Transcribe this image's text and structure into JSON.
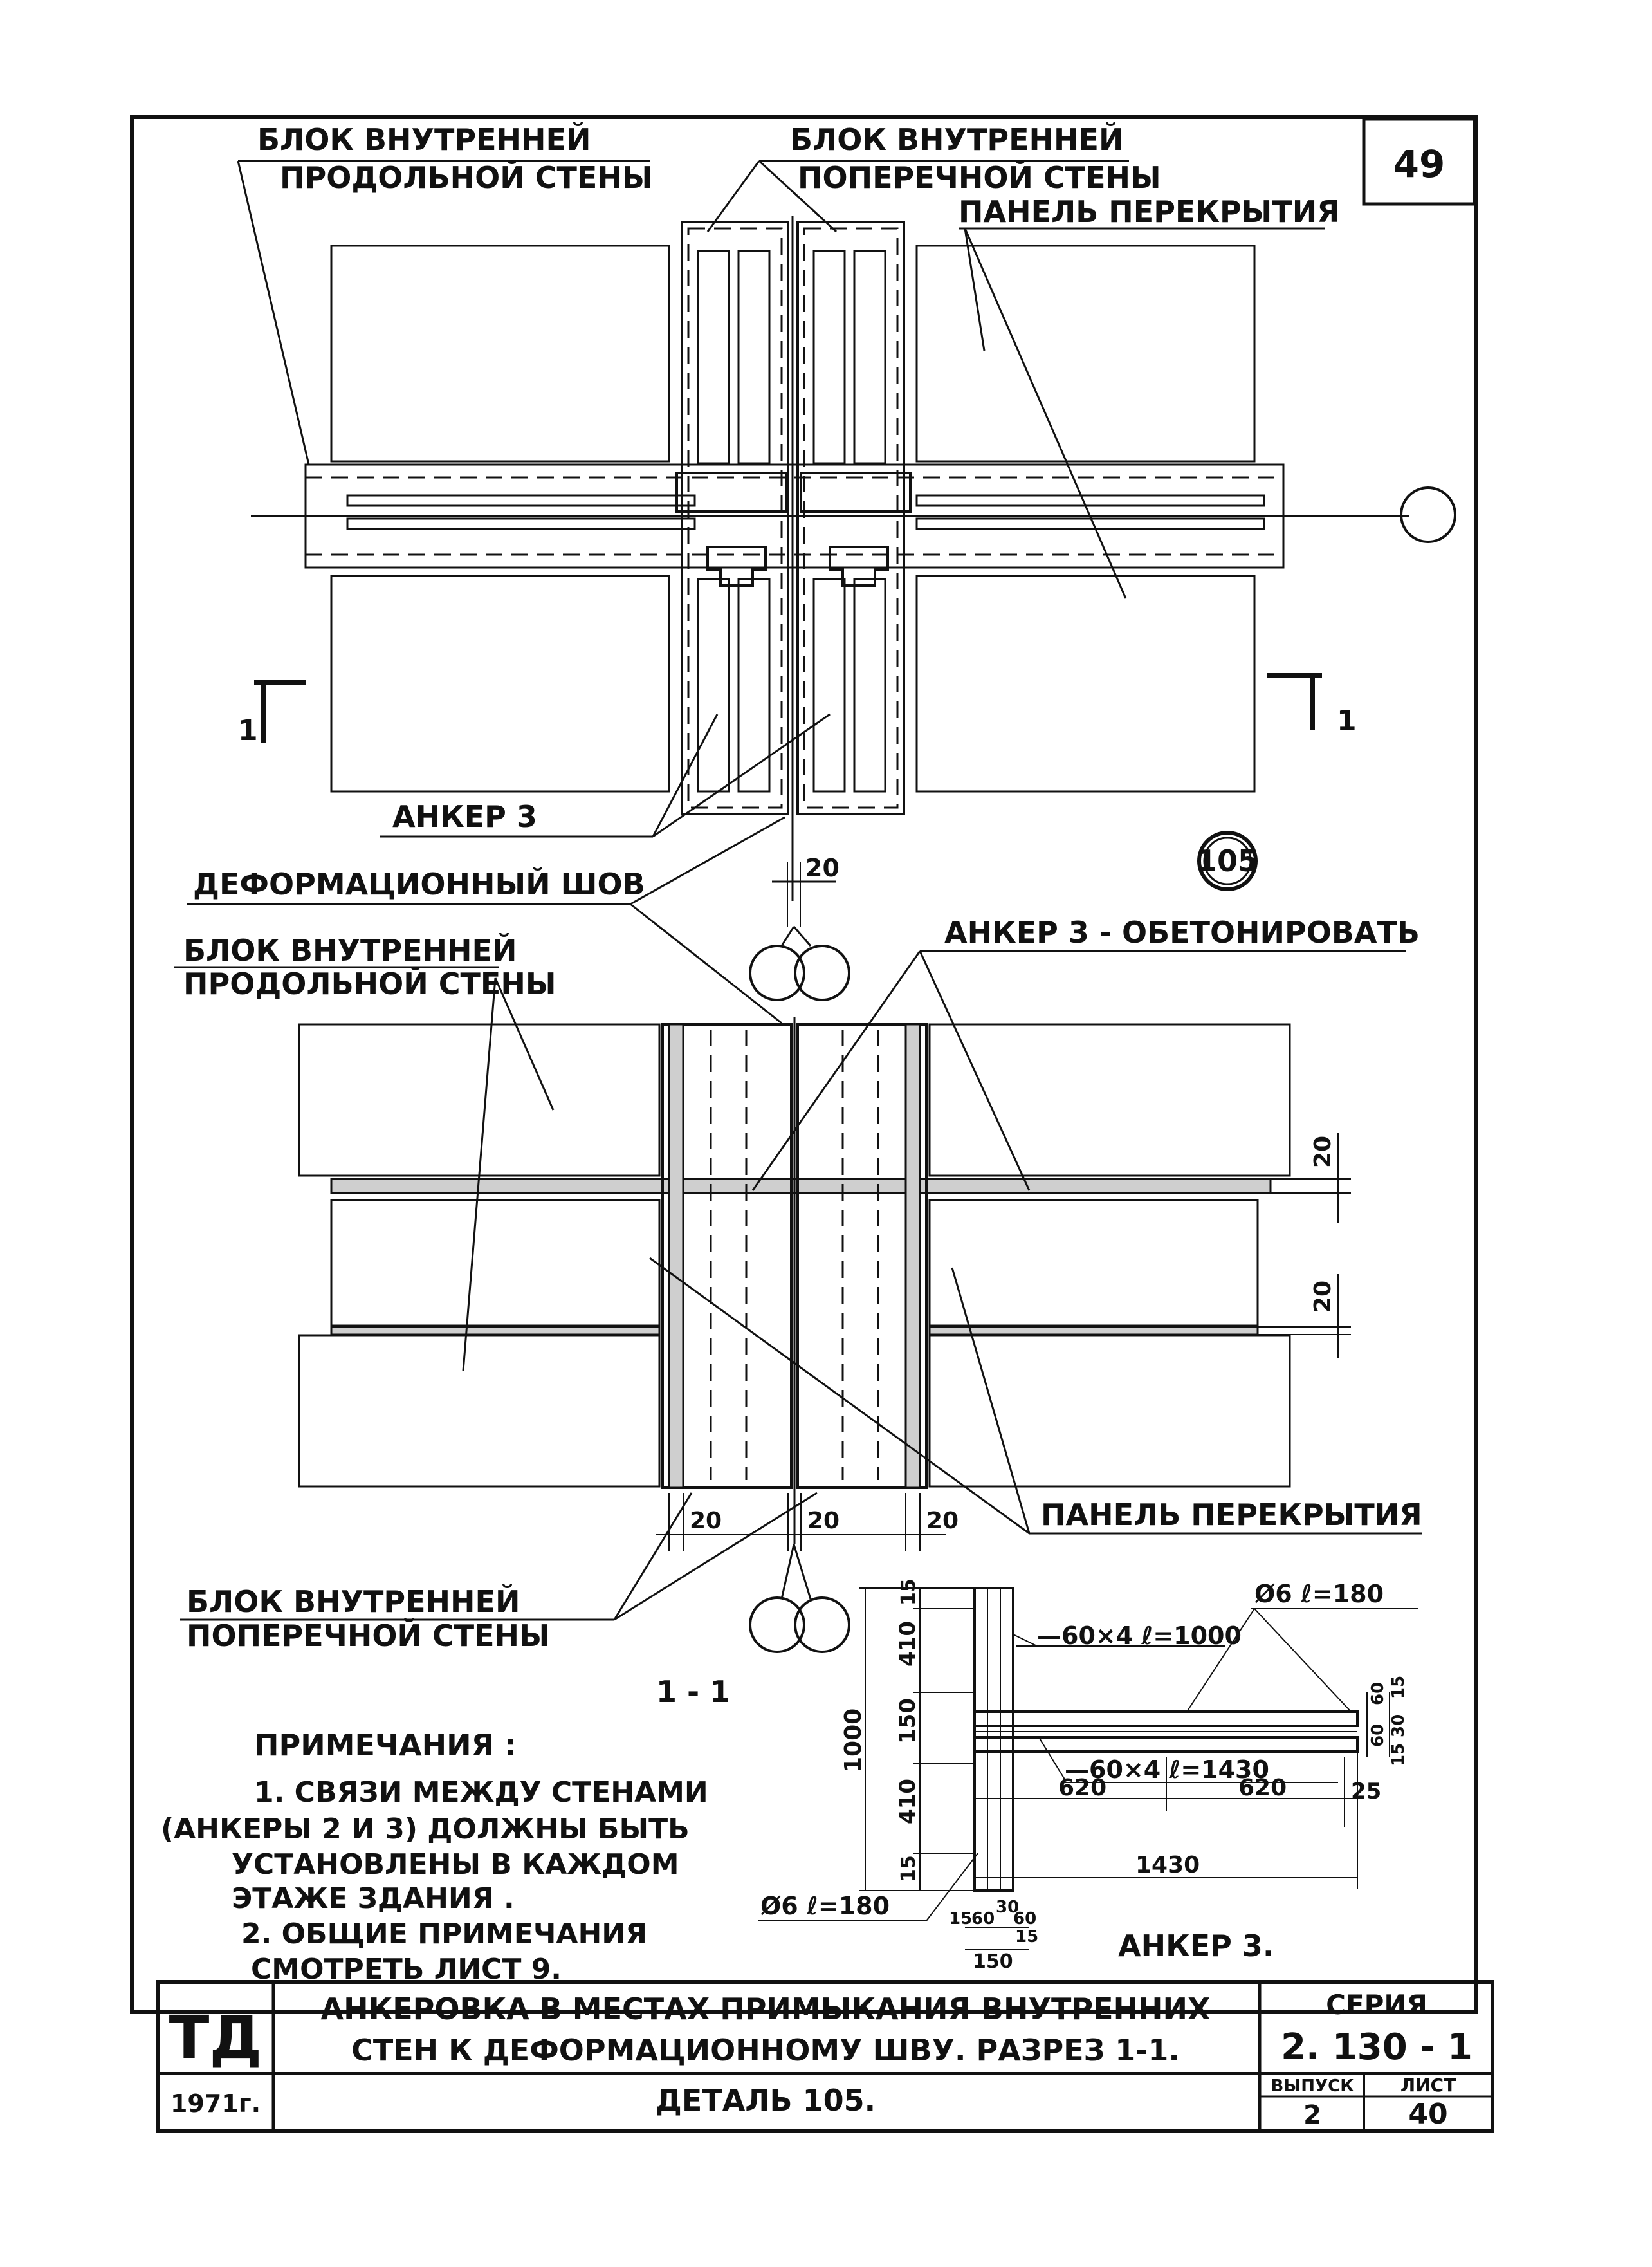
{
  "page_number": "49",
  "plan": {
    "label_long_wall": [
      "БЛОК ВНУТРЕННЕЙ",
      "ПРОДОЛЬНОЙ СТЕНЫ"
    ],
    "label_cross_wall": [
      "БЛОК ВНУТРЕННЕЙ",
      "ПОПЕРЕЧНОЙ СТЕНЫ"
    ],
    "label_panel": "ПАНЕЛЬ ПЕРЕКРЫТИЯ",
    "label_anchor": "АНКЕР 3",
    "section_mark_left": "1",
    "section_mark_right": "1"
  },
  "detail_number": "105",
  "label_joint": "ДЕФОРМАЦИОННЫЙ ШОВ",
  "dim_joint": "20",
  "section": {
    "label_long_wall": [
      "БЛОК ВНУТРЕННЕЙ",
      "ПРОДОЛЬНОЙ СТЕНЫ"
    ],
    "label_anchor_concrete": "АНКЕР 3 - ОБЕТОНИРОВАТЬ",
    "label_panel": "ПАНЕЛЬ ПЕРЕКРЫТИЯ",
    "label_cross_wall": [
      "БЛОК ВНУТРЕННЕЙ",
      "ПОПЕРЕЧНОЙ СТЕНЫ"
    ],
    "dim_right_1": "20",
    "dim_right_2": "20",
    "dim_bottom_left": "20",
    "dim_bottom_mid": "20",
    "dim_bottom_right": "20",
    "section_title": "1 - 1"
  },
  "anchor": {
    "title": "АНКЕР 3.",
    "rod_top": "Ø6 ℓ=180",
    "rod_bottom": "Ø6 ℓ=180",
    "strip_vertical": "—60×4 ℓ=1000",
    "strip_horizontal": "—60×4 ℓ=1430",
    "dims_vertical": [
      "15",
      "410",
      "150",
      "410",
      "15"
    ],
    "dim_total_height": "1000",
    "dims_horizontal": [
      "620",
      "620"
    ],
    "dim_total_length": "1430",
    "dim_25": "25",
    "dims_right": [
      "15",
      "60",
      "30",
      "60",
      "15"
    ],
    "dims_bottom": [
      "15",
      "60",
      "30",
      "60",
      "15"
    ],
    "dim_150": "150"
  },
  "notes": {
    "title": "ПРИМЕЧАНИЯ :",
    "lines": [
      "1. СВЯЗИ МЕЖДУ СТЕНАМИ",
      "(АНКЕРЫ 2 И 3) ДОЛЖНЫ БЫТЬ",
      "УСТАНОВЛЕНЫ В КАЖДОМ",
      "ЭТАЖЕ ЗДАНИЯ .",
      "2. ОБЩИЕ ПРИМЕЧАНИЯ",
      "СМОТРЕТЬ ЛИСТ 9."
    ]
  },
  "title_block": {
    "org": "ТД",
    "year": "1971г.",
    "title_line1": "АНКЕРОВКА В МЕСТАХ ПРИМЫКАНИЯ ВНУТРЕННИХ",
    "title_line2": "СТЕН К ДЕФОРМАЦИОННОМУ ШВУ. РАЗРЕЗ 1-1.",
    "subtitle": "ДЕТАЛЬ 105.",
    "series_label": "СЕРИЯ",
    "series_value": "2. 130 - 1",
    "issue_label": "ВЫПУСК",
    "issue_value": "2",
    "sheet_label": "ЛИСТ",
    "sheet_value": "40"
  }
}
